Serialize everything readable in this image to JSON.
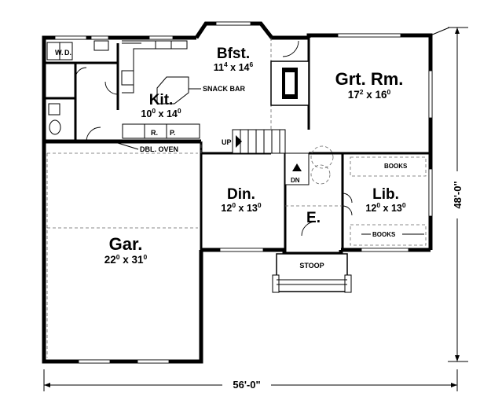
{
  "rooms": {
    "breakfast": {
      "name": "Bfst.",
      "w": "11",
      "wi": "4",
      "d": "14",
      "di": "6"
    },
    "great_room": {
      "name": "Grt. Rm.",
      "w": "17",
      "wi": "2",
      "d": "16",
      "di": "0"
    },
    "kitchen": {
      "name": "Kit.",
      "w": "10",
      "wi": "0",
      "d": "14",
      "di": "0"
    },
    "dining": {
      "name": "Din.",
      "w": "12",
      "wi": "0",
      "d": "13",
      "di": "0"
    },
    "library": {
      "name": "Lib.",
      "w": "12",
      "wi": "0",
      "d": "13",
      "di": "0"
    },
    "entry": {
      "name": "E."
    },
    "garage": {
      "name": "Gar.",
      "w": "22",
      "wi": "0",
      "d": "31",
      "di": "0"
    }
  },
  "labels": {
    "snack_bar": "SNACK BAR",
    "dbl_oven": "DBL. OVEN",
    "washer": "W.",
    "dryer": "D.",
    "refrigerator": "R.",
    "pantry": "P.",
    "up": "UP",
    "down": "DN",
    "books_top": "BOOKS",
    "books_bottom": "BOOKS",
    "stoop": "STOOP"
  },
  "dimensions": {
    "width": "56'-0\"",
    "depth": "48'-0\""
  }
}
